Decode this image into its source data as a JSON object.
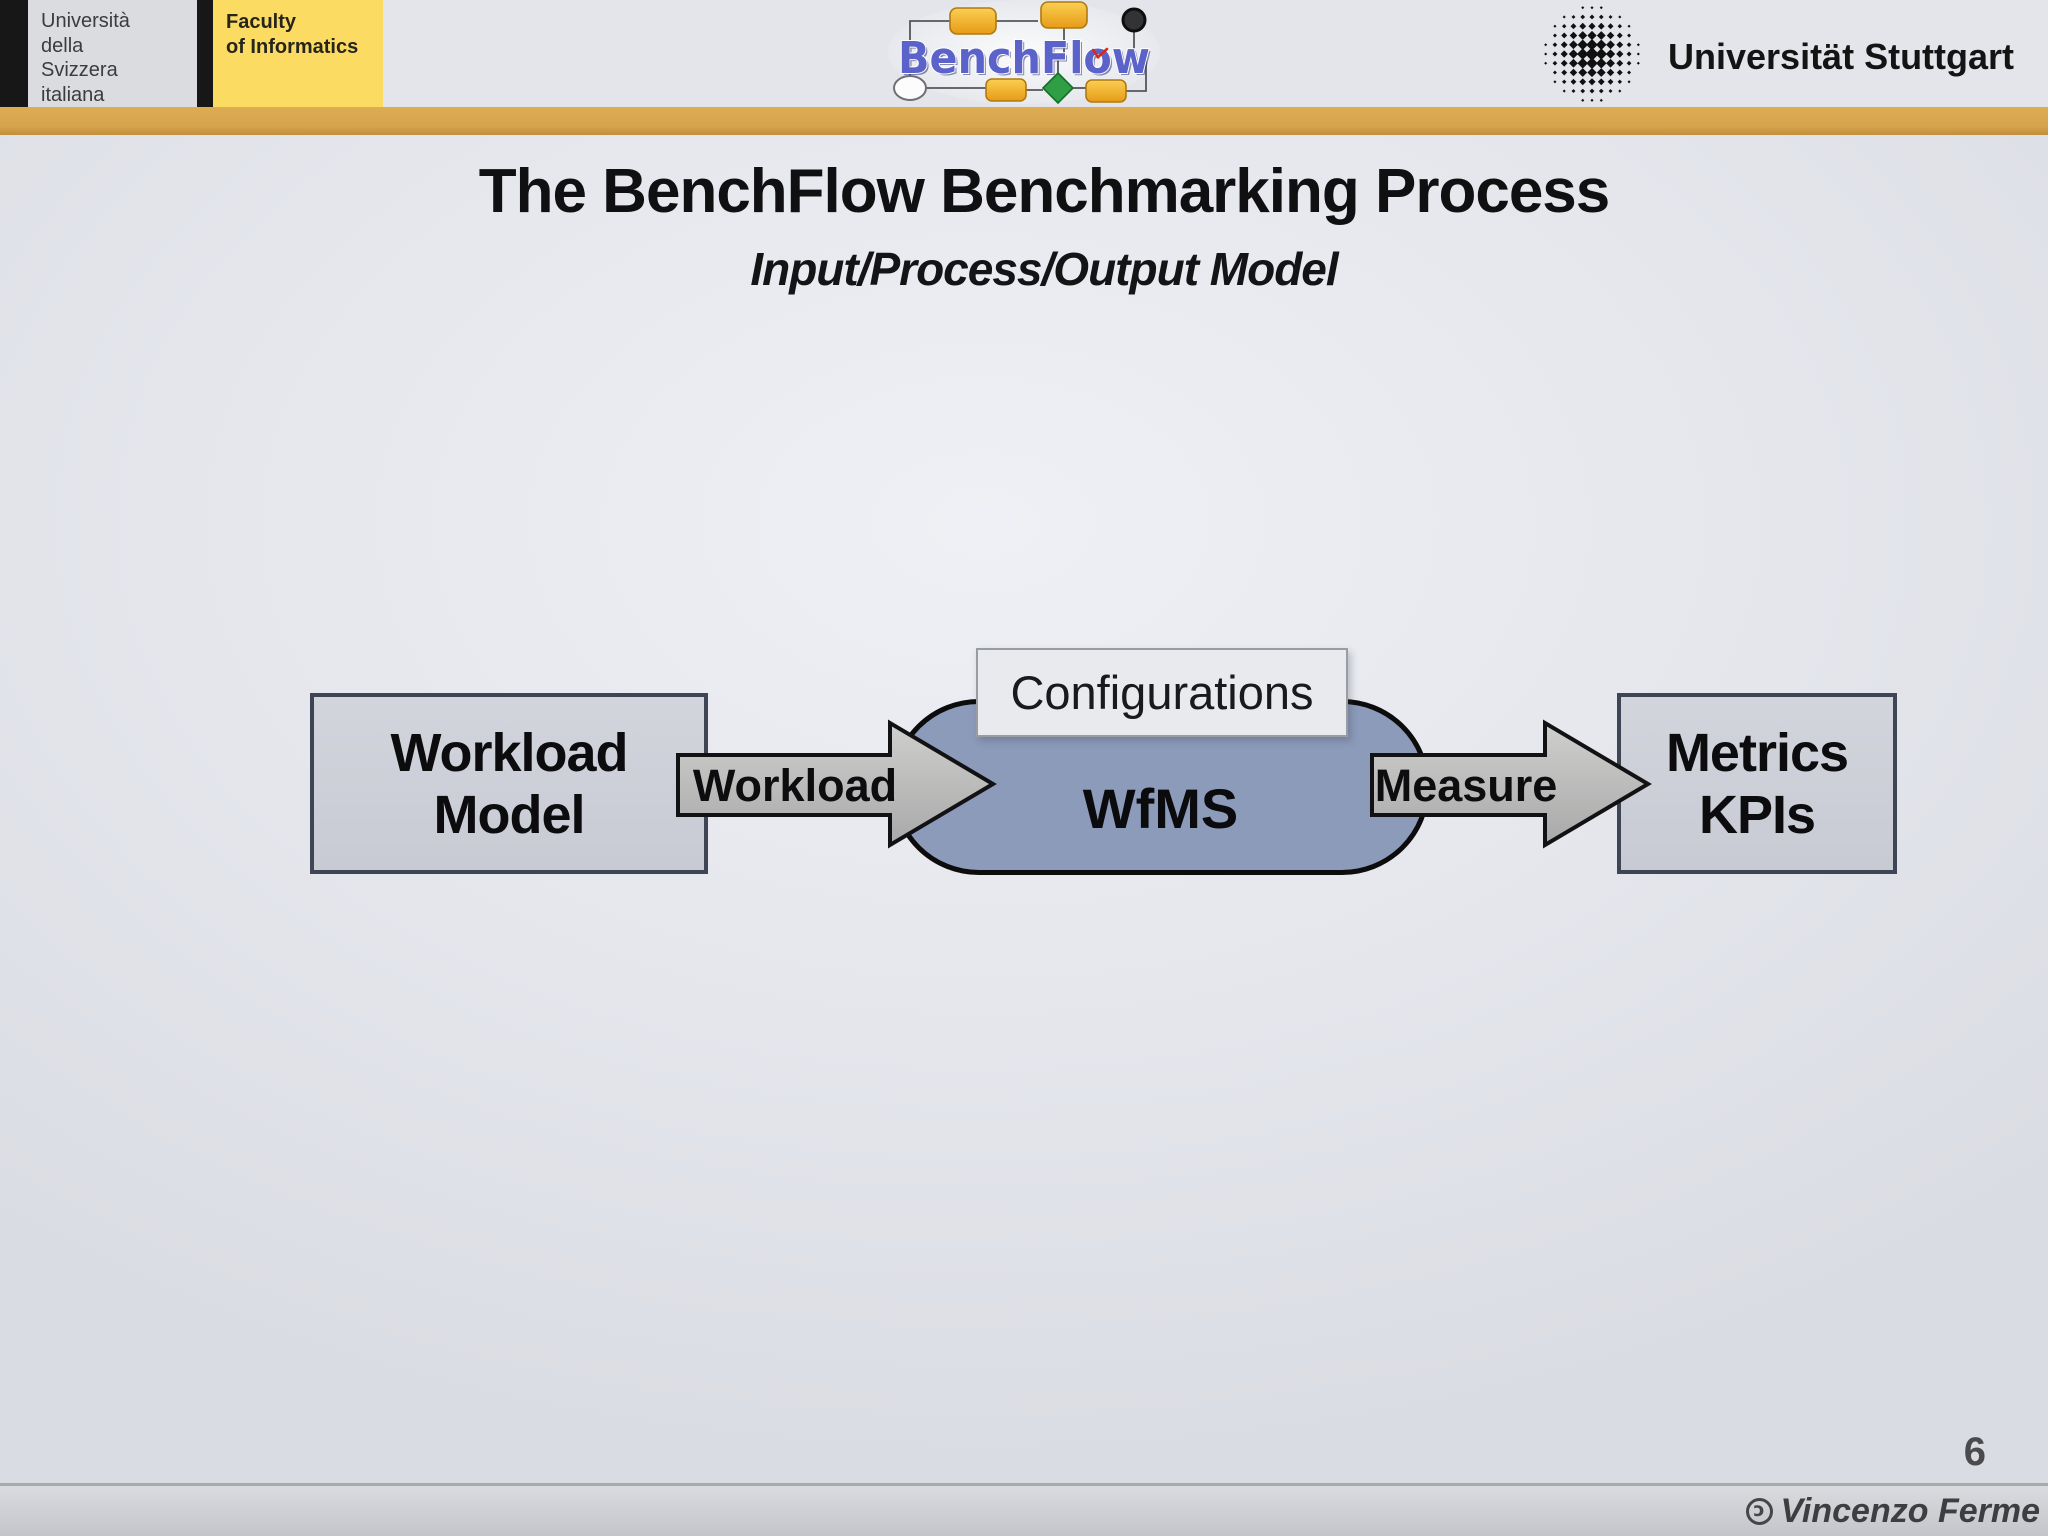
{
  "header": {
    "usi": {
      "lines": [
        "Università",
        "della",
        "Svizzera",
        "italiana"
      ]
    },
    "faculty": {
      "lines": [
        "Faculty",
        "of Informatics"
      ]
    },
    "benchflow": {
      "text": "BenchFlow"
    },
    "stuttgart": {
      "label": "Universität Stuttgart"
    }
  },
  "title": "The BenchFlow Benchmarking Process",
  "subtitle": "Input/Process/Output Model",
  "diagram": {
    "workload_model": {
      "lines": [
        "Workload",
        "Model"
      ]
    },
    "workload_arrow_label": "Workload",
    "configurations_label": "Configurations",
    "wfms_label": "WfMS",
    "measure_arrow_label": "Measure",
    "metrics_kpis": {
      "lines": [
        "Metrics",
        "KPIs"
      ]
    }
  },
  "footer": {
    "page_number": "6",
    "author": "Vincenzo Ferme",
    "copyleft_symbol": "ɔ"
  },
  "colors": {
    "gold_stripe": "#d5a34b",
    "faculty_yellow": "#fbdb61",
    "wfms_fill": "#8c9bba",
    "box_fill": "#cdcfd9",
    "box_border": "#3e4656",
    "arrow_fill": "#b9bab9",
    "logo_blue": "#5b63cb",
    "logo_orange": "#f3b32b",
    "logo_green": "#2f9e44",
    "background": "#e4e6ec"
  }
}
